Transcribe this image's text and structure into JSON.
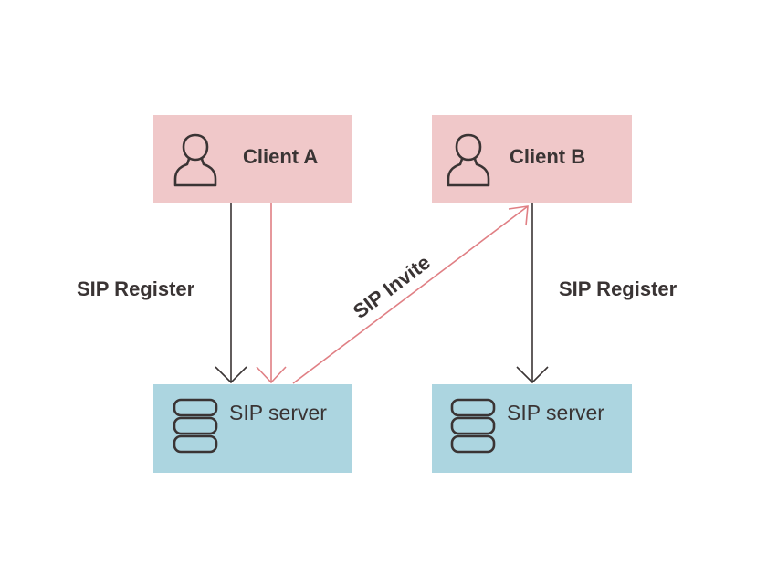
{
  "nodes": {
    "client_a": {
      "label": "Client A",
      "icon": "user-icon"
    },
    "client_b": {
      "label": "Client B",
      "icon": "user-icon"
    },
    "server_a": {
      "label": "SIP server",
      "icon": "database-icon"
    },
    "server_b": {
      "label": "SIP server",
      "icon": "database-icon"
    }
  },
  "edges": {
    "register_left": {
      "label": "SIP Register",
      "from": "client_a",
      "to": "server_a"
    },
    "register_right": {
      "label": "SIP Register",
      "from": "client_b",
      "to": "server_b"
    },
    "invite": {
      "label": "SIP Invite",
      "from": "server_a",
      "to": "client_b",
      "via": "client_a"
    }
  },
  "colors": {
    "client_fill": "#f0c8c9",
    "server_fill": "#acd5e0",
    "text": "#3a3434",
    "invite_line": "#e07f84"
  }
}
